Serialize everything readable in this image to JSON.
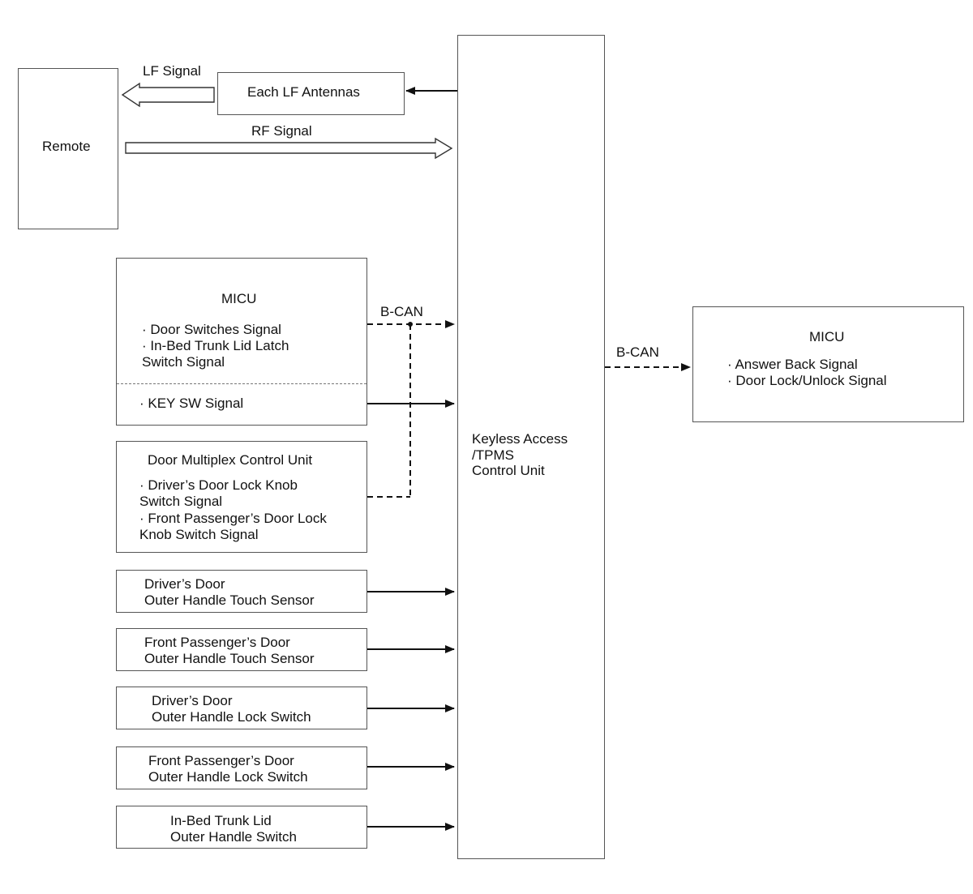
{
  "remote": {
    "label": "Remote"
  },
  "signals": {
    "lf": "LF Signal",
    "rf": "RF Signal",
    "bcan_in": "B-CAN",
    "bcan_out": "B-CAN"
  },
  "antennas": {
    "label": "Each LF Antennas"
  },
  "micu_in": {
    "title": "MICU",
    "line1": "· Door Switches Signal",
    "line2": "· In-Bed Trunk Lid Latch",
    "line3": "Switch Signal",
    "line4": "· KEY SW Signal"
  },
  "door_mux": {
    "title": "Door Multiplex Control Unit",
    "line1": "· Driver’s Door Lock Knob",
    "line2": "Switch Signal",
    "line3": "· Front Passenger’s Door Lock",
    "line4": "Knob Switch Signal"
  },
  "inputs": [
    {
      "line1": "Driver’s Door",
      "line2": "Outer Handle Touch Sensor"
    },
    {
      "line1": "Front Passenger’s Door",
      "line2": "Outer Handle Touch Sensor"
    },
    {
      "line1": "Driver’s Door",
      "line2": "Outer Handle Lock Switch"
    },
    {
      "line1": "Front Passenger’s Door",
      "line2": "Outer Handle Lock Switch"
    },
    {
      "line1": "In-Bed Trunk Lid",
      "line2": "Outer Handle Switch"
    }
  ],
  "control_unit": {
    "line1": "Keyless Access",
    "line2": "/TPMS",
    "line3": "Control Unit"
  },
  "micu_out": {
    "title": "MICU",
    "line1": "· Answer Back Signal",
    "line2": "· Door Lock/Unlock Signal"
  }
}
